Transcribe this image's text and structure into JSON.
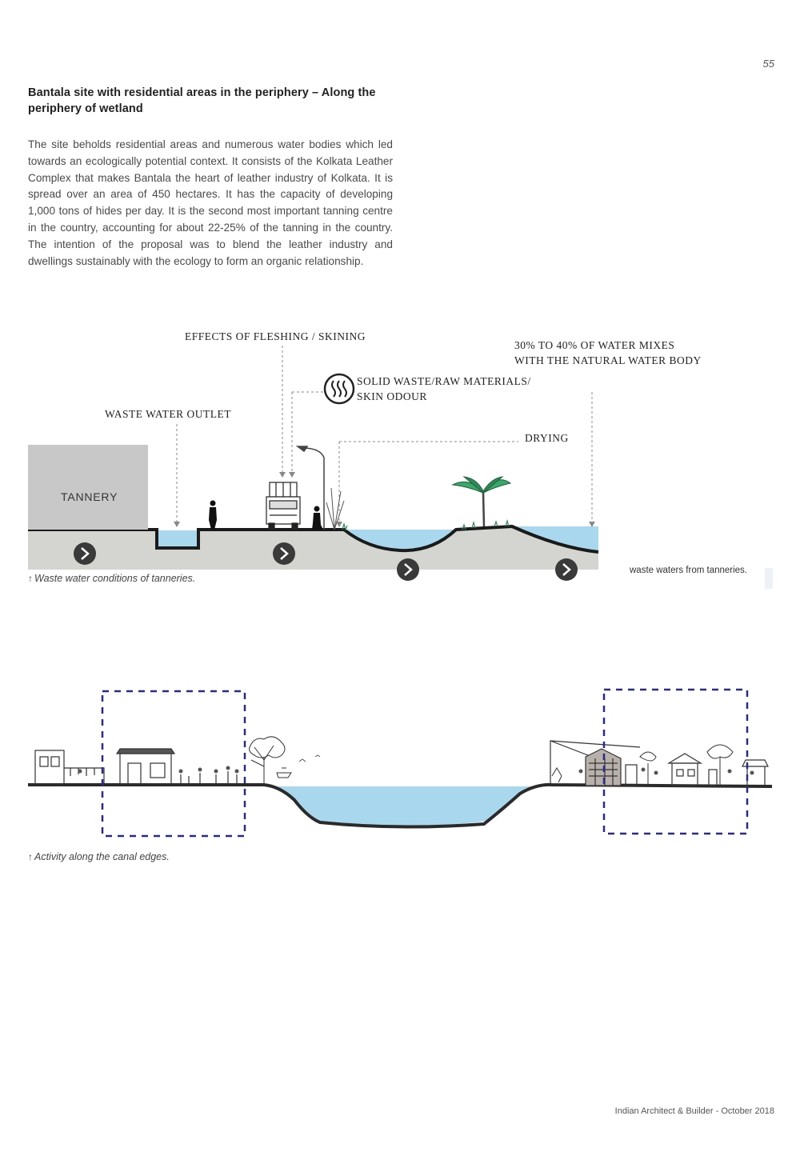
{
  "page": {
    "number": "55",
    "title": "Bantala site with residential areas in the periphery – Along the periphery of wetland",
    "body": "The site beholds residential areas and numerous water bodies which led towards an ecologically potential context. It consists of the Kolkata Leather Complex that makes Bantala the heart of leather industry of Kolkata. It is spread over an area of 450 hectares. It has the capacity of developing 1,000 tons of hides per day. It is the second most important tanning centre in the country, accounting for about 22-25% of the tanning in the country.  The intention of the proposal was to blend the leather industry and dwellings sustainably with the ecology to form an organic relationship.",
    "footer": "Indian Architect & Builder - October 2018"
  },
  "figure1": {
    "labels": {
      "fleshing": "EFFECTS OF FLESHING / SKINING",
      "mix_line1": "30% TO 40% OF WATER MIXES",
      "mix_line2": "WITH THE NATURAL WATER BODY",
      "solid_line1": "SOLID WASTE/RAW MATERIALS/",
      "solid_line2": "SKIN ODOUR",
      "outlet": "WASTE WATER OUTLET",
      "drying": "DRYING",
      "tannery": "TANNERY"
    },
    "caption": "Waste water conditions of tanneries.",
    "side_note": "waste waters from tanneries."
  },
  "figure2": {
    "caption": "Activity along the canal edges."
  },
  "colors": {
    "water": "#a9d8ee",
    "ground": "#d4d4d0",
    "tannery": "#c8c8c8",
    "dash_box": "#2a2a8a",
    "tree_green": "#3aa86a"
  }
}
